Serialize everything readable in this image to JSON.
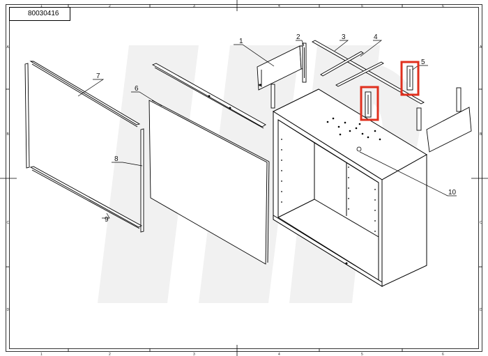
{
  "drawing": {
    "part_number": "80030416",
    "grid_columns": [
      "1",
      "2",
      "3",
      "4",
      "5",
      "6"
    ],
    "grid_rows": [
      "A",
      "B",
      "C",
      "D"
    ],
    "callouts": [
      "1",
      "2",
      "3",
      "4",
      "5",
      "6",
      "7",
      "8",
      "9",
      "10"
    ],
    "highlight_color": "#e0301e",
    "watermark": "HP"
  }
}
